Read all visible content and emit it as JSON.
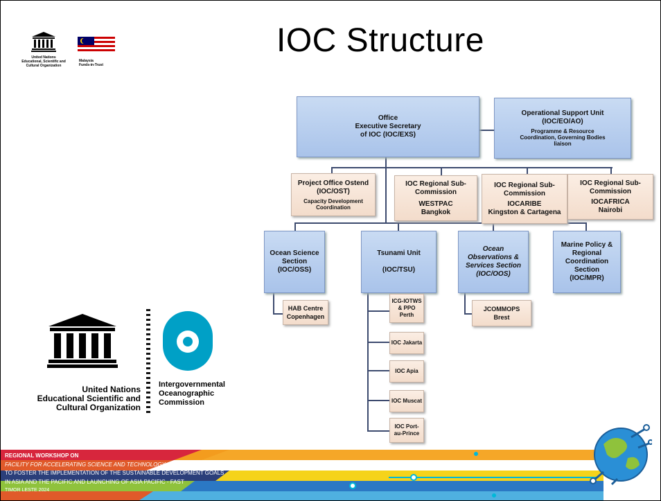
{
  "slide": {
    "title": "IOC Structure"
  },
  "header_logos": {
    "unesco_caption": "United Nations\nEducational, Scientific and\nCultural Organization",
    "malaysia_caption": "Malaysia\nFunds-in-Trust"
  },
  "org_chart": {
    "office": {
      "title": "Office\nExecutive Secretary\nof IOC (IOC/EXS)"
    },
    "osu": {
      "title": "Operational Support Unit\n(IOC/EO/AO)",
      "sub": "Programme & Resource\nCoordination, Governing Bodies\nliaison"
    },
    "ost": {
      "title": "Project Office Ostend\n(IOC/OST)",
      "sub": "Capacity Development\nCoordination"
    },
    "westpac": {
      "title": "IOC Regional Sub-\nCommission",
      "sub": "WESTPAC\nBangkok"
    },
    "iocaribe": {
      "title": "IOC Regional Sub-\nCommission",
      "sub": "IOCARIBE\nKingston & Cartagena"
    },
    "iocafrica": {
      "title": "IOC Regional Sub-\nCommission",
      "sub": "IOCAFRICA\nNairobi"
    },
    "oss": {
      "title": "Ocean Science\nSection\n(IOC/OSS)"
    },
    "tsu": {
      "title": "Tsunami Unit\n\n(IOC/TSU)"
    },
    "oos": {
      "title": "Ocean\nObservations &\nServices Section\n(IOC/OOS)"
    },
    "mpr": {
      "title": "Marine Policy &\nRegional\nCoordination\nSection\n(IOC/MPR)"
    },
    "hab": {
      "title": "HAB Centre\nCopenhagen"
    },
    "jcommops": {
      "title": "JCOMMOPS\nBrest"
    },
    "tsunami_offices": [
      "ICG-IOTWS\n& PPO\nPerth",
      "IOC Jakarta",
      "IOC Apia",
      "IOC Muscat",
      "IOC Port-\nau-Prince"
    ]
  },
  "bottom_logos": {
    "unesco_caption": "United Nations\nEducational Scientific and\nCultural Organization",
    "ioc_caption": "Intergovernmental\nOceanographic\nCommission"
  },
  "banner": {
    "lines": [
      "REGIONAL WORKSHOP ON",
      "FACILITY FOR ACCELERATING SCIENCE AND TECHNOLOGY (FAST)",
      "TO FOSTER THE IMPLEMENTATION OF THE SUSTAINABLE DEVELOPMENT GOALS",
      "IN ASIA AND THE PACIFIC AND LAUNCHING OF ASIA PACIFIC - FAST",
      "TIMOR LESTE 2024"
    ],
    "colors": [
      "#d7263d",
      "#f4a21c",
      "#2b3f7a",
      "#8fc23c",
      "#e05a2a"
    ]
  }
}
